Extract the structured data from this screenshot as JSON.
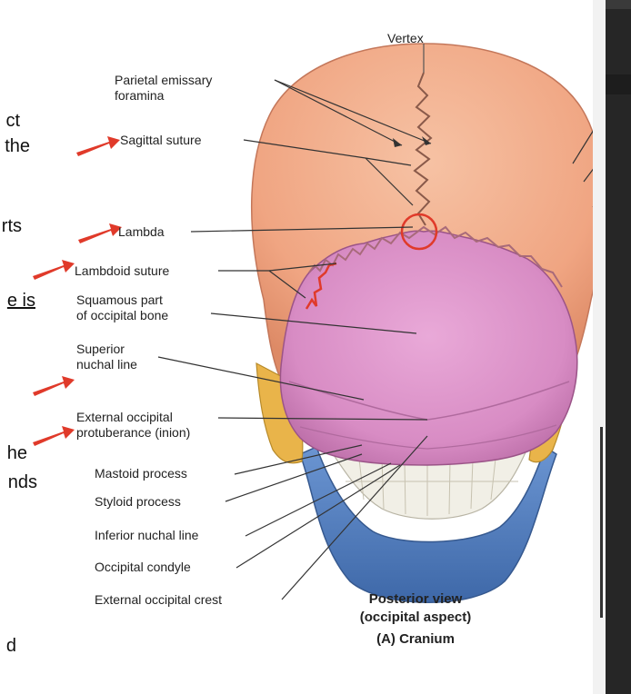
{
  "text_fragments": {
    "ct": "ct",
    "the1": "the",
    "rts": "rts",
    "e_is": "e is",
    "he": "he",
    "nds": "nds",
    "d": "d"
  },
  "labels": {
    "vertex": "Vertex",
    "parietal_emissary_1": "Parietal emissary",
    "parietal_emissary_2": "foramina",
    "sagittal_suture": "Sagittal suture",
    "lambda": "Lambda",
    "lambdoid_suture": "Lambdoid suture",
    "squamous_1": "Squamous part",
    "squamous_2": "of occipital bone",
    "superior_1": "Superior",
    "superior_2": "nuchal line",
    "ext_occ_prot_1": "External occipital",
    "ext_occ_prot_2": "protuberance (inion)",
    "mastoid": "Mastoid process",
    "styloid": "Styloid process",
    "inferior_nuchal": "Inferior nuchal line",
    "occipital_condyle": "Occipital condyle",
    "ext_occ_crest": "External occipital crest"
  },
  "caption": {
    "line1": "Posterior view",
    "line2": "(occipital aspect)",
    "line3": "(A) Cranium"
  },
  "colors": {
    "parietal": "#f2ad8c",
    "occipital": "#d98fc6",
    "temporal": "#e9b44a",
    "mandible": "#5a86c8",
    "teeth": "#f1efe6",
    "annotation_red": "#e03a2a"
  }
}
